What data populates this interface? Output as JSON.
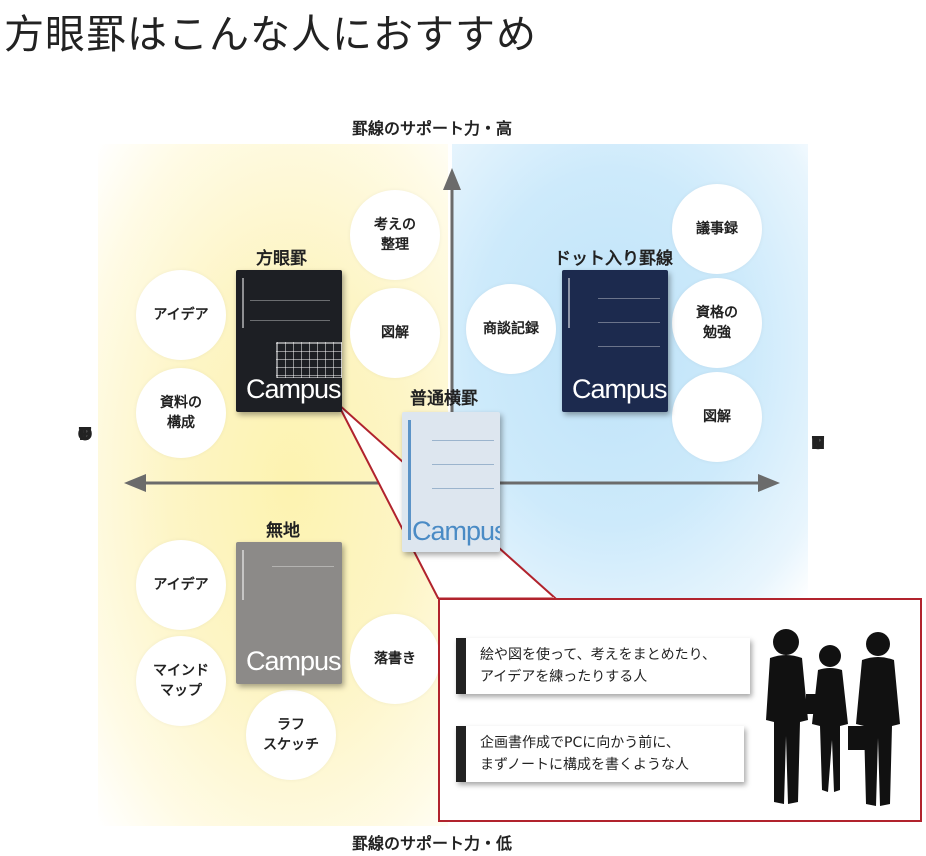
{
  "heading": "方眼罫はこんな人におすすめ",
  "axes": {
    "top": "罫線のサポート力・高",
    "bottom": "罫線のサポート力・低",
    "left": [
      "O",
      "U",
      "T",
      "P",
      "U",
      "T"
    ],
    "right": [
      "I",
      "N",
      "P",
      "U",
      "T"
    ]
  },
  "notebooks": {
    "grid": {
      "label": "方眼罫",
      "brand": "Campus",
      "color": "#1d1f24"
    },
    "dot": {
      "label": "ドット入り罫線",
      "brand": "Campus",
      "color": "#1c2a4e"
    },
    "plain_ruled": {
      "label": "普通横罫",
      "brand": "Campus",
      "color": "#dde6ef"
    },
    "blank": {
      "label": "無地",
      "brand": "Campus",
      "color": "#8c8a88"
    }
  },
  "bubbles": {
    "idea_top": "アイデア",
    "doc_structure": "資料の\n構成",
    "organize": "考えの\n整理",
    "diagram_left": "図解",
    "business_record": "商談記録",
    "minutes": "議事録",
    "qualification": "資格の\n勉強",
    "diagram_right": "図解",
    "idea_bottom": "アイデア",
    "mindmap": "マインド\nマップ",
    "rough_sketch": "ラフ\nスケッチ",
    "doodle": "落書き"
  },
  "callout": {
    "line1": "絵や図を使って、考えをまとめたり、\nアイデアを練ったりする人",
    "line2": "企画書作成でPCに向かう前に、\nまずノートに構成を書くような人"
  },
  "colors": {
    "accent_red": "#b1232d",
    "yellow_zone": "#fdf3b0",
    "blue_zone": "#bfe3f8"
  }
}
